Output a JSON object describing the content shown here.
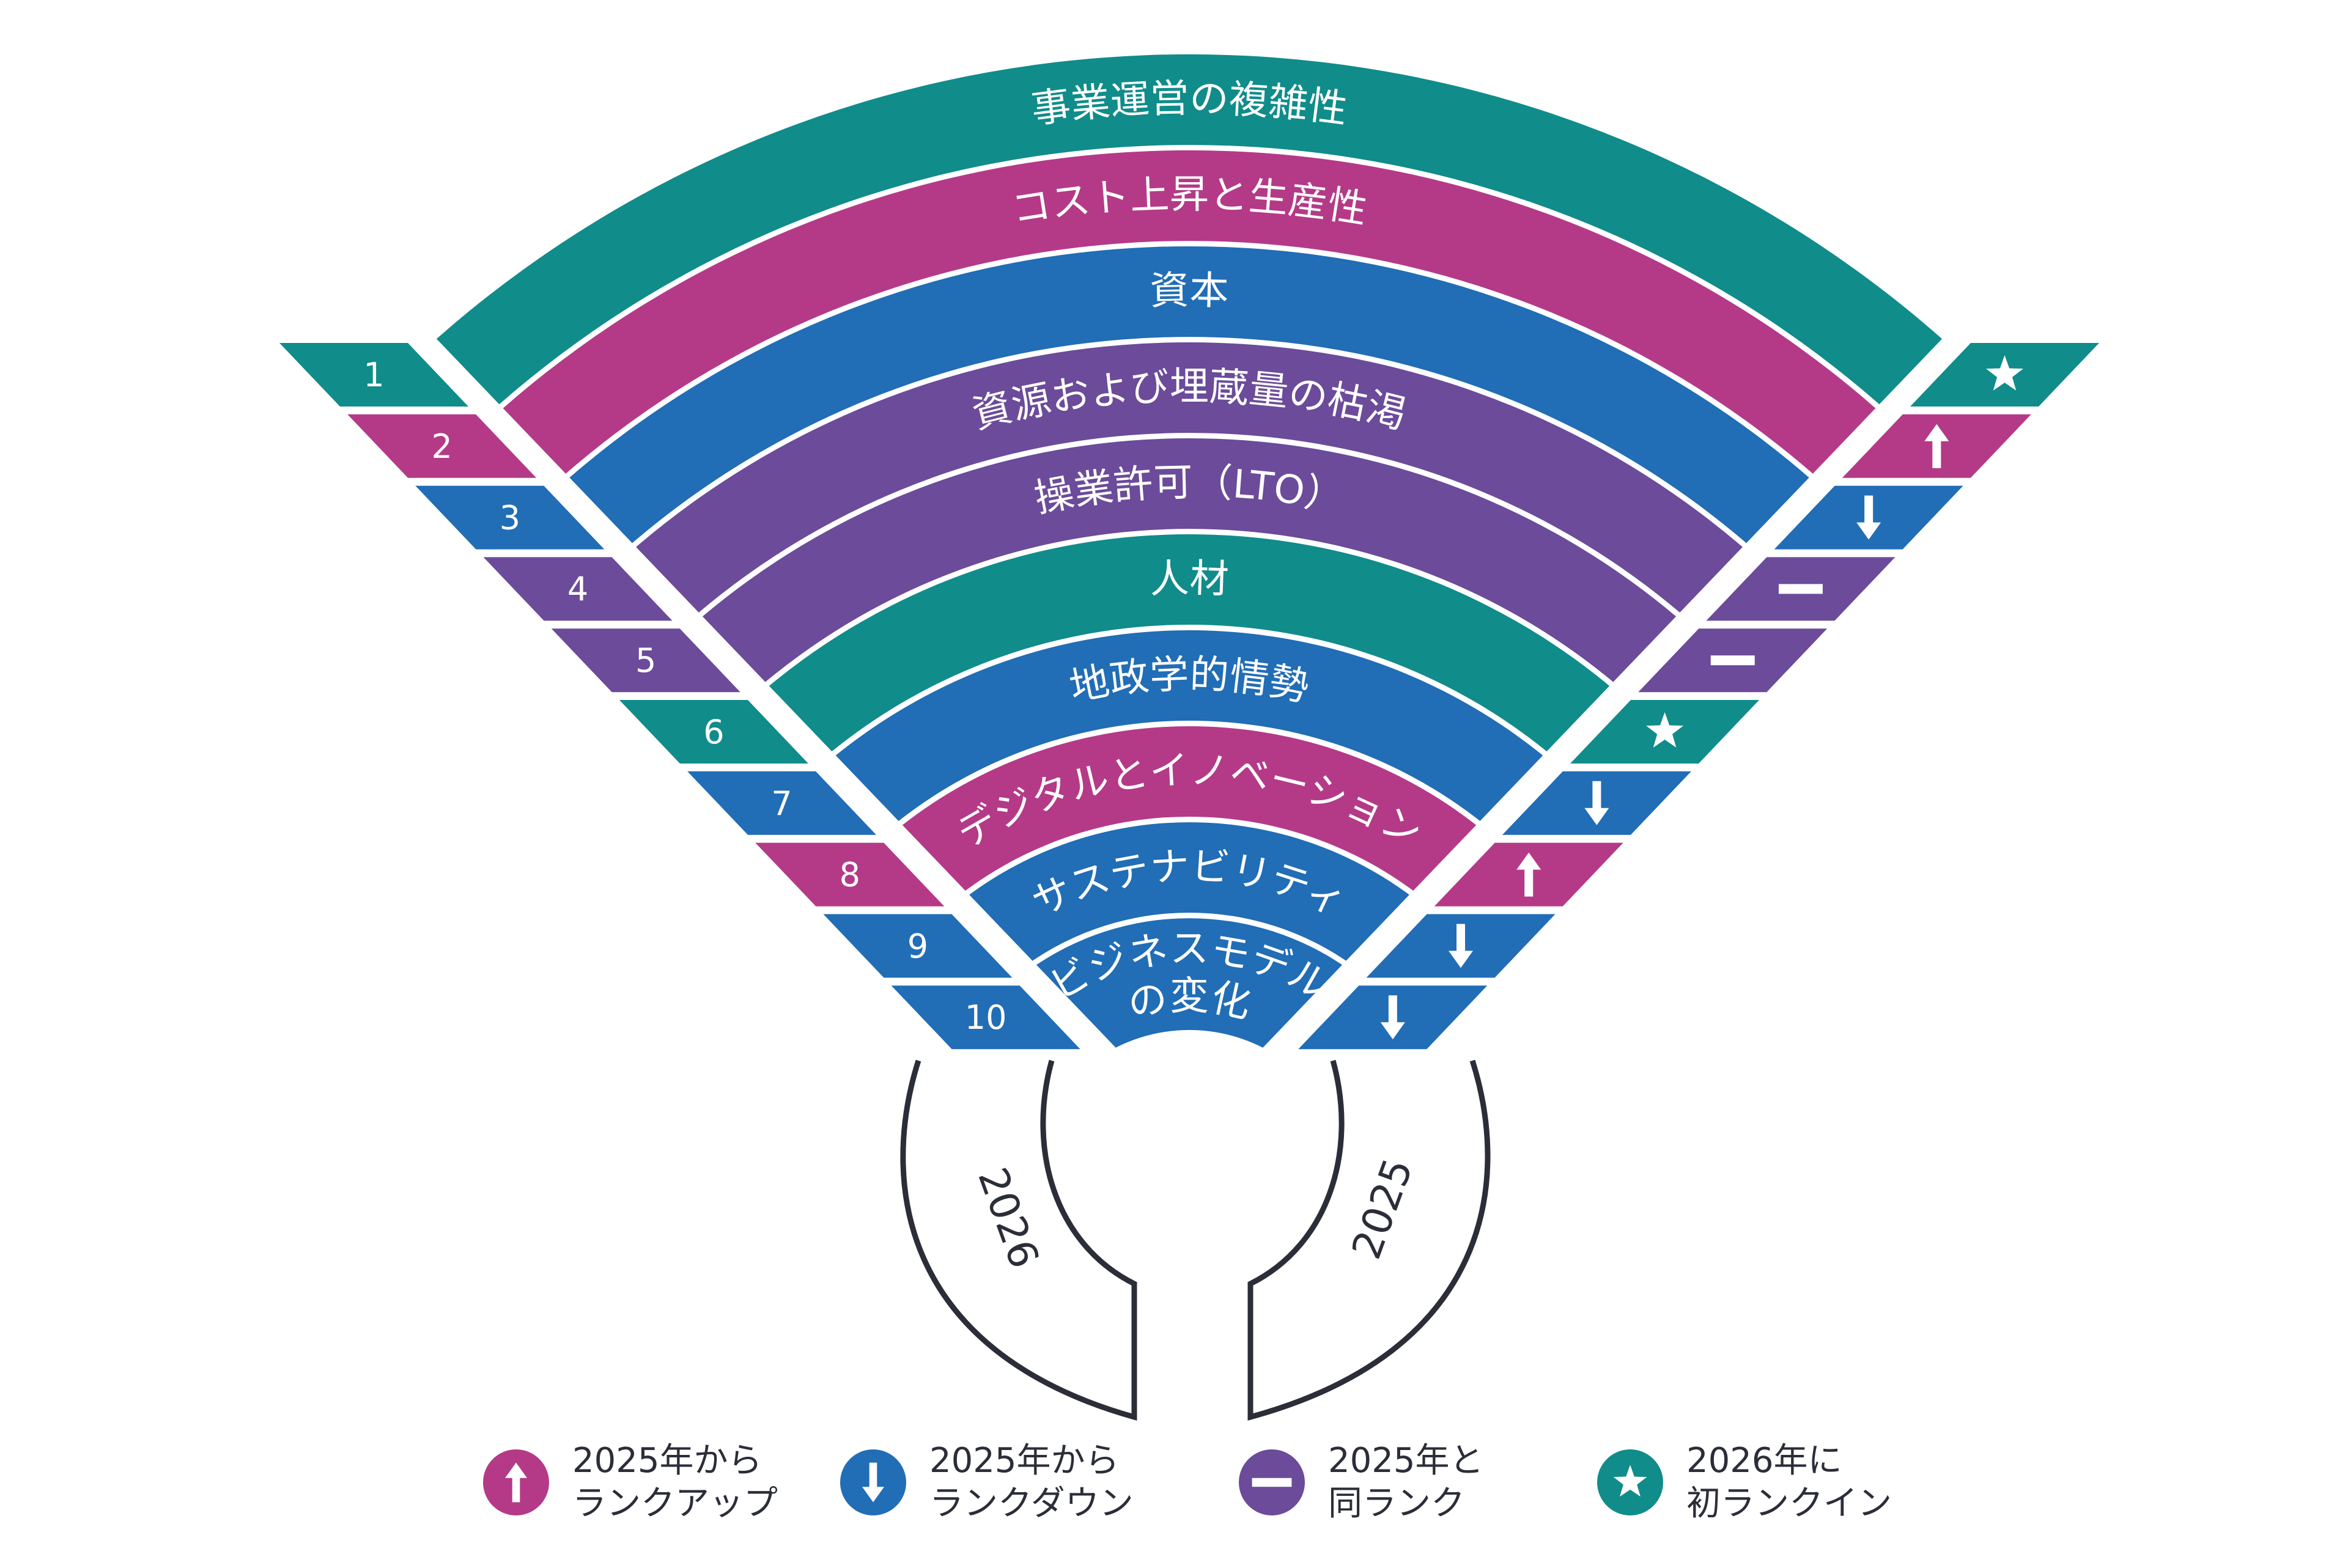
{
  "title": "",
  "colors": {
    "teal": "#108c8a",
    "magenta": "#b43a88",
    "blue": "#216db6",
    "purple": "#6b4b9a",
    "ring": "#2b2d38",
    "white": "#ffffff"
  },
  "risks": [
    {
      "rank": "1",
      "label": [
        "事業運営の複雑性"
      ],
      "color": "teal",
      "change": "new"
    },
    {
      "rank": "2",
      "label": [
        "コスト上昇と生産性"
      ],
      "color": "magenta",
      "change": "up"
    },
    {
      "rank": "3",
      "label": [
        "資本"
      ],
      "color": "blue",
      "change": "down"
    },
    {
      "rank": "4",
      "label": [
        "資源および埋蔵量の枯渇"
      ],
      "color": "purple",
      "change": "same"
    },
    {
      "rank": "5",
      "label": [
        "操業許可（LTO）"
      ],
      "color": "purple",
      "change": "same"
    },
    {
      "rank": "6",
      "label": [
        "人材"
      ],
      "color": "teal",
      "change": "new"
    },
    {
      "rank": "7",
      "label": [
        "地政学的情勢"
      ],
      "color": "blue",
      "change": "down"
    },
    {
      "rank": "8",
      "label": [
        "デジタルとイノベーション"
      ],
      "color": "magenta",
      "change": "up"
    },
    {
      "rank": "9",
      "label": [
        "サステナビリティ"
      ],
      "color": "blue",
      "change": "down"
    },
    {
      "rank": "10",
      "label": [
        "ビジネスモデル",
        "の変化"
      ],
      "color": "blue",
      "change": "down"
    }
  ],
  "year_ring": {
    "left_label": "2026",
    "right_label": "2025"
  },
  "change_icons": {
    "up": "arrow-up-icon",
    "down": "arrow-down-icon",
    "same": "minus-icon",
    "new": "star-icon"
  },
  "legend": [
    {
      "icon": "up",
      "color": "magenta",
      "line1": "2025年から",
      "line2": "ランクアップ"
    },
    {
      "icon": "down",
      "color": "blue",
      "line1": "2025年から",
      "line2": "ランクダウン"
    },
    {
      "icon": "same",
      "color": "purple",
      "line1": "2025年と",
      "line2": "同ランク"
    },
    {
      "icon": "new",
      "color": "teal",
      "line1": "2026年に",
      "line2": "初ランクイン"
    }
  ]
}
